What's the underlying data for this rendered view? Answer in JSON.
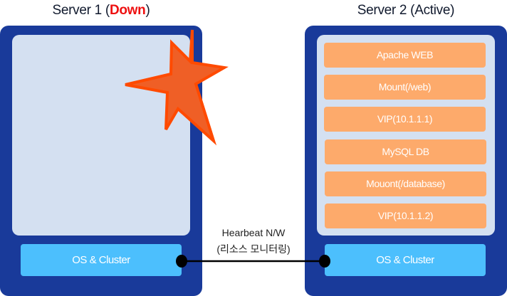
{
  "server1": {
    "title_prefix": "Server 1 (",
    "title_status": "Down",
    "title_suffix": ")",
    "os_label": "OS & Cluster",
    "status_color": "#ee1111"
  },
  "server2": {
    "title": "Server 2 (Active)",
    "services": [
      {
        "label": "Apache WEB"
      },
      {
        "label": "Mount(/web)"
      },
      {
        "label": "VIP(10.1.1.1)"
      },
      {
        "label": "MySQL DB"
      },
      {
        "label": "Mouont(/database)"
      },
      {
        "label": "VIP(10.1.1.2)"
      }
    ],
    "os_label": "OS & Cluster"
  },
  "heartbeat": {
    "line1": "Hearbeat N/W",
    "line2": "(리소스 모니터링)"
  },
  "colors": {
    "panel": "#193a9a",
    "inner": "#d4e0f1",
    "service": "#fdaa6b",
    "os": "#4cbffd",
    "failure_star_fill": "#ef5f26",
    "failure_star_stroke": "#ff4a00"
  }
}
